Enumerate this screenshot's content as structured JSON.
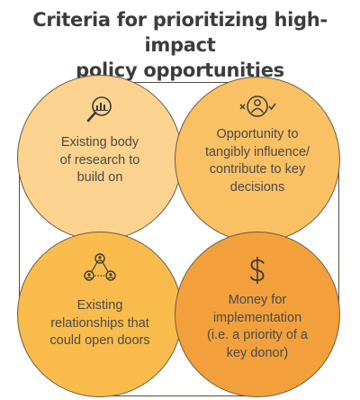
{
  "title": {
    "line1": "Criteria for prioritizing high-impact",
    "line2": "policy opportunities"
  },
  "criteria": [
    {
      "icon": "magnifier-bar-chart-icon",
      "color": "#fbd38f",
      "lines": [
        "Existing body",
        "of research to",
        "build on"
      ]
    },
    {
      "icon": "person-target-icon",
      "color": "#f9c163",
      "lines": [
        "Opportunity to",
        "tangibly influence/",
        "contribute to key",
        "decisions"
      ]
    },
    {
      "icon": "network-people-icon",
      "color": "#f9bc4c",
      "lines": [
        "Existing",
        "relationships that",
        "could open doors"
      ]
    },
    {
      "icon": "dollar-sign-icon",
      "color": "#f2a03c",
      "lines": [
        "Money for",
        "implementation",
        "(i.e. a priority of a",
        "key donor)"
      ]
    }
  ]
}
